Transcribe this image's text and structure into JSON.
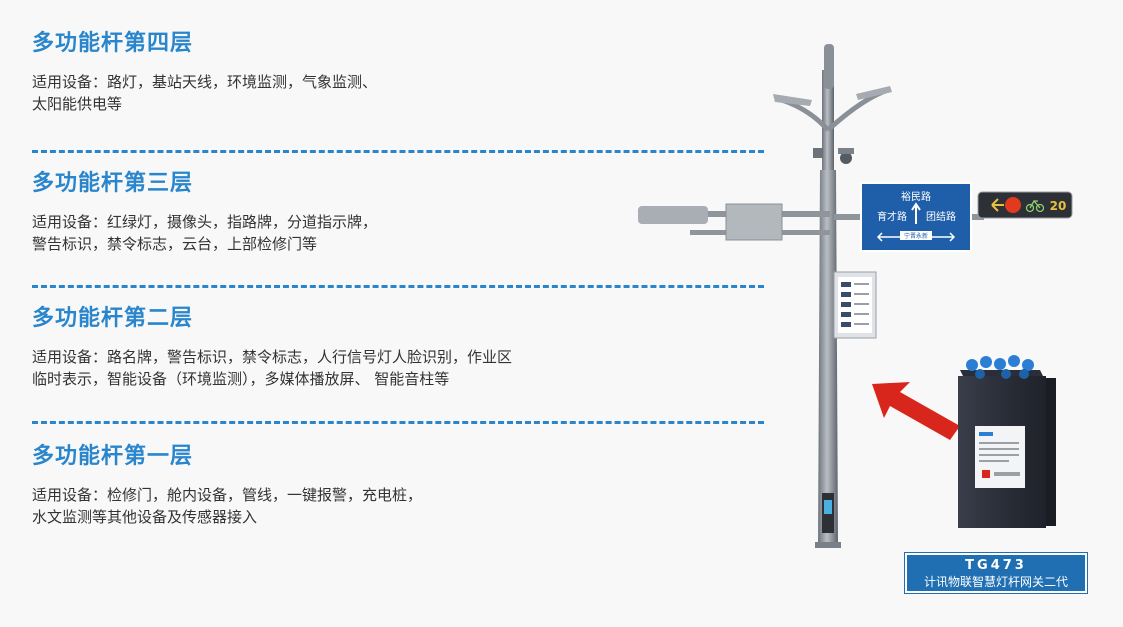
{
  "layers": [
    {
      "title": "多功能杆第四层",
      "line1": "适用设备：路灯，基站天线，环境监测，气象监测、",
      "line2": "太阳能供电等"
    },
    {
      "title": "多功能杆第三层",
      "line1": "适用设备：红绿灯，摄像头，指路牌，分道指示牌，",
      "line2": "警告标识，禁令标志，云台，上部检修门等"
    },
    {
      "title": "多功能杆第二层",
      "line1": "适用设备：路名牌，警告标识，禁令标志，人行信号灯人脸识别，作业区",
      "line2": "临时表示，智能设备（环境监测），多媒体播放屏、 智能音柱等"
    },
    {
      "title": "多功能杆第一层",
      "line1": "适用设备：检修门，舱内设备，管线，一键报警，充电桩，",
      "line2": "水文监测等其他设备及传感器接入"
    }
  ],
  "sign": {
    "top": "裕民路",
    "left": "育才路",
    "right": "团结路",
    "bottom": "宁晋永新"
  },
  "traffic_light": {
    "countdown": "20"
  },
  "device": {
    "model": "TG473",
    "name": "计讯物联智慧灯杆网关二代"
  },
  "colors": {
    "accent": "#2a86cc",
    "sign_blue": "#1f5ea8",
    "arrow_red": "#d9261c",
    "device_body": "#2c2f3a"
  },
  "icons": [
    "arrow-left-icon",
    "red-light-icon",
    "bicycle-icon",
    "arrow-up-icon",
    "arrow-left-right-icon",
    "pointer-arrow-icon",
    "camera-icon"
  ]
}
